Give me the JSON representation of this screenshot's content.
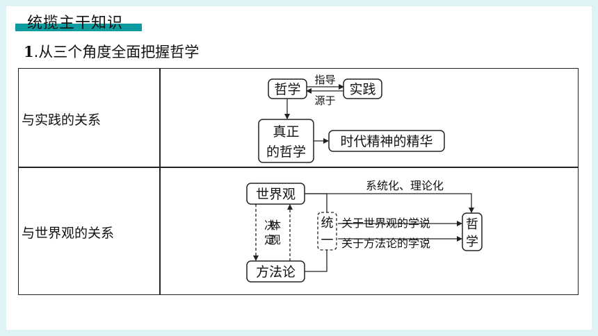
{
  "section_title": "统揽主干知识",
  "heading": {
    "number": "1",
    "text": ".从三个角度全面把握哲学"
  },
  "rows": [
    {
      "label": "与实践的关系",
      "nodes": {
        "philosophy": "哲学",
        "practice": "实践",
        "guides": "指导",
        "originates": "源于",
        "true_line1": "真正",
        "true_line2": "的哲学",
        "essence": "时代精神的精华"
      }
    },
    {
      "label": "与世界观的关系",
      "nodes": {
        "worldview": "世界观",
        "methodology": "方法论",
        "decides_1": "决",
        "decides_2": "定",
        "embodies_1": "体",
        "embodies_2": "现",
        "systematize": "系统化、理论化",
        "unity_1": "统",
        "unity_2": "一",
        "worldview_theory": "关于世界观的学说",
        "method_theory": "关于方法论的学说",
        "philosophy_1": "哲",
        "philosophy_2": "学"
      }
    }
  ]
}
